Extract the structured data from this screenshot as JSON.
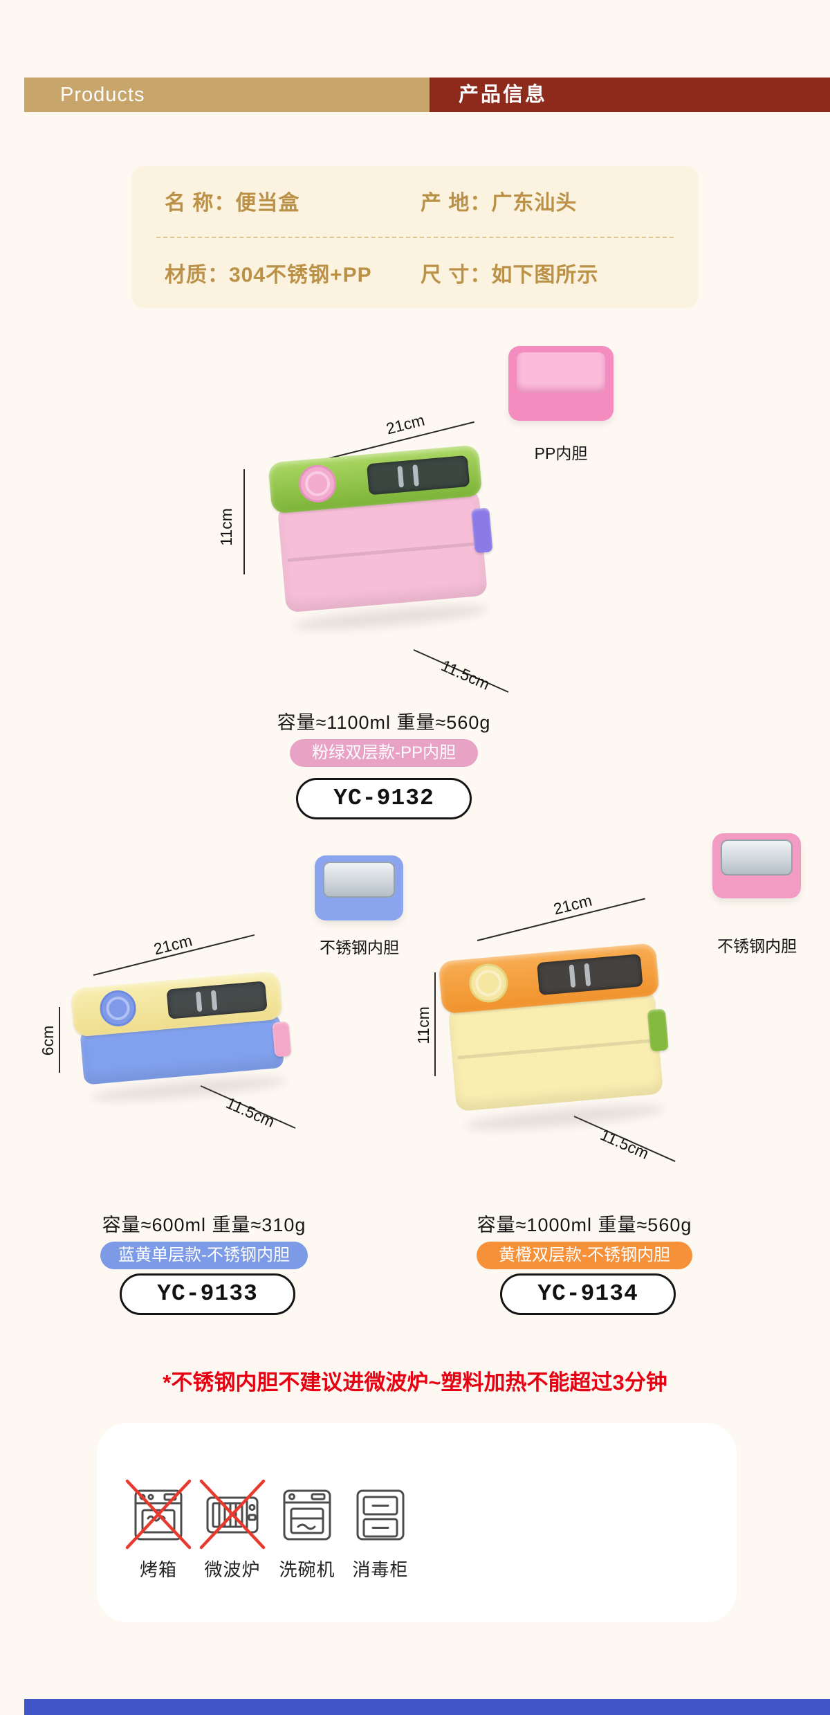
{
  "page": {
    "background": "#fdf9f2",
    "bottom_bar_color": "#4156c8"
  },
  "header": {
    "products_label": "Products",
    "info_label": "产品信息",
    "tan_color": "#c8a56a",
    "maroon_color": "#8e2a1c"
  },
  "specs": {
    "name_label": "名 称：",
    "name_value": "便当盒",
    "origin_label": "产 地：",
    "origin_value": "广东汕头",
    "material_label": "材质：",
    "material_value": "304不锈钢+PP",
    "size_label": "尺 寸：",
    "size_value": "如下图所示"
  },
  "products": [
    {
      "model": "YC-9132",
      "capacity": "容量≈1100ml 重量≈560g",
      "badge": "粉绿双层款-PP内胆",
      "badge_color": "#e7a2c6",
      "inset_label": "PP内胆",
      "dim_top": "21cm",
      "dim_side": "11cm",
      "dim_depth": "11.5cm",
      "colors": {
        "lid": "#8cc043",
        "body": "#f6bed7",
        "latch": "#8b7ae6",
        "knob": "#f3abd0"
      }
    },
    {
      "model": "YC-9133",
      "capacity": "容量≈600ml 重量≈310g",
      "badge": "蓝黄单层款-不锈钢内胆",
      "badge_color": "#7d9ae6",
      "inset_label": "不锈钢内胆",
      "dim_top": "21cm",
      "dim_side": "6cm",
      "dim_depth": "11.5cm",
      "colors": {
        "lid": "#f2e194",
        "body": "#81a0ed",
        "latch": "#f3a8c8",
        "knob": "#7f9ae9"
      }
    },
    {
      "model": "YC-9134",
      "capacity": "容量≈1000ml 重量≈560g",
      "badge": "黄橙双层款-不锈钢内胆",
      "badge_color": "#f6913a",
      "inset_label": "不锈钢内胆",
      "dim_top": "21cm",
      "dim_side": "11cm",
      "dim_depth": "11.5cm",
      "colors": {
        "lid": "#f49a3e",
        "body": "#f9edb0",
        "latch": "#83b93c",
        "knob": "#f5e7a2"
      }
    }
  ],
  "warning": "*不锈钢内胆不建议进微波炉~塑料加热不能超过3分钟",
  "appliances": [
    {
      "label": "烤箱",
      "icon": "oven-icon",
      "allowed": false
    },
    {
      "label": "微波炉",
      "icon": "microwave-icon",
      "allowed": false
    },
    {
      "label": "洗碗机",
      "icon": "dishwasher-icon",
      "allowed": true
    },
    {
      "label": "消毒柜",
      "icon": "sterilizer-icon",
      "allowed": true
    }
  ]
}
